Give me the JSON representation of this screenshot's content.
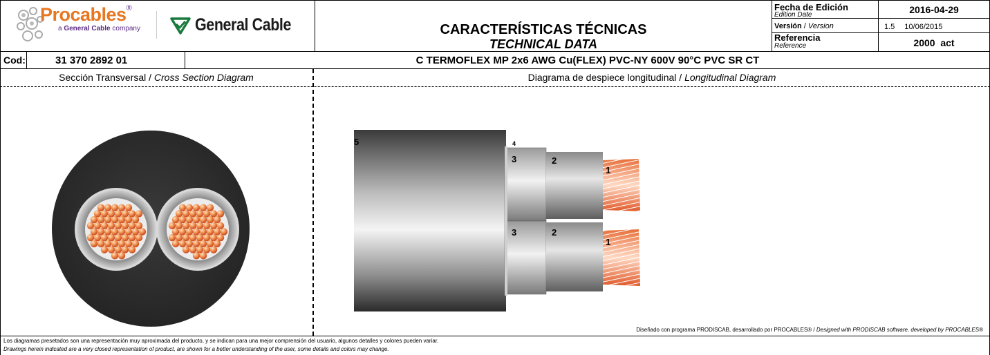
{
  "header": {
    "logo_brand": "Procables",
    "logo_registered": "®",
    "logo_tagline_prefix": "a ",
    "logo_tagline_bold": "General Cable",
    "logo_tagline_suffix": " company",
    "partner_name": "General Cable",
    "title_es": "CARACTERÍSTICAS TÉCNICAS",
    "title_en": "TECHNICAL DATA",
    "edition_label_es": "Fecha de Edición",
    "edition_label_en": "Edition Date",
    "edition_value": "2016-04-29",
    "version_label_es": "Versión",
    "version_sep": " / ",
    "version_label_en": "Version",
    "version_number": "1.5",
    "version_date": "10/06/2015",
    "reference_label_es": "Referencia",
    "reference_label_en": "Reference",
    "reference_value": "2000  act"
  },
  "code_row": {
    "label": "Cod:",
    "code": "31 370 2892 01",
    "description": "C TERMOFLEX MP 2x6 AWG Cu(FLEX) PVC-NY 600V 90°C PVC SR CT"
  },
  "sections": {
    "cross_es": "Sección Transversal / ",
    "cross_en": "Cross Section Diagram",
    "long_es": "Diagrama de despiece longitudinal / ",
    "long_en": "Longitudinal Diagram"
  },
  "diagram_labels": {
    "jacket": "5",
    "tape": "4",
    "nylon_top": "3",
    "insulation_top": "2",
    "conductor_top": "1",
    "nylon_bottom": "3",
    "insulation_bottom": "2",
    "conductor_bottom": "1"
  },
  "credit": {
    "es": "Diseñado con programa PRODISCAB, desarrollado por PROCABLES® / ",
    "en": "Designed with PRODISCAB software, developed by PROCABLES®"
  },
  "footer": {
    "disclaimer_es": "Los diagramas presetados son una representación muy aproximada del producto, y se indican para una mejor comprensión del usuario, algunos detalles y colores pueden variar.",
    "disclaimer_en": "Drawings herein indicated are a very closed representation of product, are shown for a better understanding of the user, some details and colors may change."
  },
  "colors": {
    "brand_orange": "#e87722",
    "brand_purple": "#5b2a86",
    "general_cable_green": "#1a7a3c",
    "jacket": "#2f2f2f",
    "copper": "#e8703a"
  },
  "icons": {
    "procables_logo": "procables-bubbles-icon",
    "general_cable_logo": "general-cable-check-icon"
  }
}
